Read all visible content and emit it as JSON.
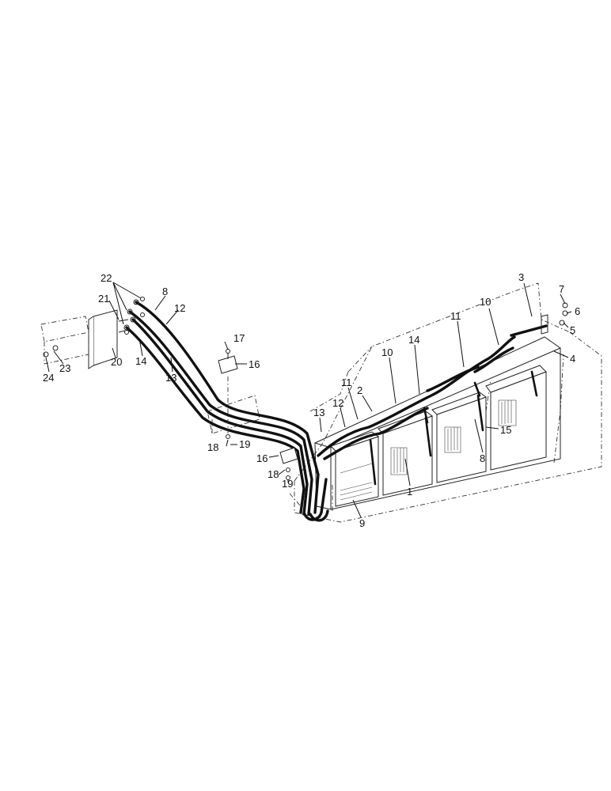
{
  "diagram": {
    "callouts": [
      {
        "id": "c22",
        "text": "22"
      },
      {
        "id": "c21",
        "text": "21"
      },
      {
        "id": "c8a",
        "text": "8"
      },
      {
        "id": "c12a",
        "text": "12"
      },
      {
        "id": "c14a",
        "text": "14"
      },
      {
        "id": "c20",
        "text": "20"
      },
      {
        "id": "c13a",
        "text": "13"
      },
      {
        "id": "c23",
        "text": "23"
      },
      {
        "id": "c24",
        "text": "24"
      },
      {
        "id": "c17",
        "text": "17"
      },
      {
        "id": "c16a",
        "text": "16"
      },
      {
        "id": "c18a",
        "text": "18"
      },
      {
        "id": "c19a",
        "text": "19"
      },
      {
        "id": "c16b",
        "text": "16"
      },
      {
        "id": "c18b",
        "text": "18"
      },
      {
        "id": "c19b",
        "text": "19"
      },
      {
        "id": "c13b",
        "text": "13"
      },
      {
        "id": "c12b",
        "text": "12"
      },
      {
        "id": "c11a",
        "text": "11"
      },
      {
        "id": "c2",
        "text": "2"
      },
      {
        "id": "c10a",
        "text": "10"
      },
      {
        "id": "c14b",
        "text": "14"
      },
      {
        "id": "c11b",
        "text": "11"
      },
      {
        "id": "c10b",
        "text": "10"
      },
      {
        "id": "c3",
        "text": "3"
      },
      {
        "id": "c7",
        "text": "7"
      },
      {
        "id": "c6",
        "text": "6"
      },
      {
        "id": "c5",
        "text": "5"
      },
      {
        "id": "c4",
        "text": "4"
      },
      {
        "id": "c15",
        "text": "15"
      },
      {
        "id": "c8b",
        "text": "8"
      },
      {
        "id": "c1",
        "text": "1"
      },
      {
        "id": "c9",
        "text": "9"
      }
    ]
  }
}
